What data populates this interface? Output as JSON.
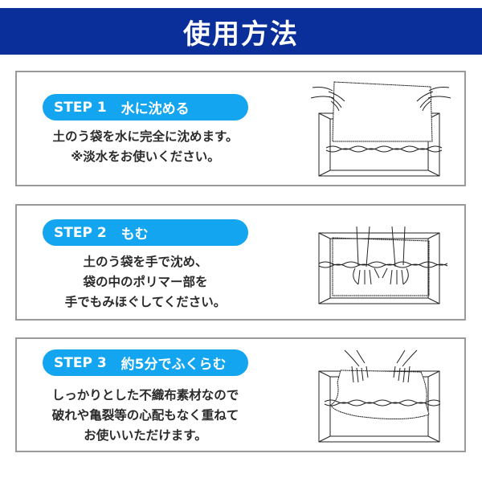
{
  "header": {
    "title": "使用方法",
    "bg_color": "#0a2f9a"
  },
  "accent_color": "#14a5f0",
  "steps": [
    {
      "label": "STEP 1",
      "title": "水に沈める",
      "lines": [
        "土のう袋を水に完全に沈めます。",
        "※淡水をお使いください。"
      ],
      "illustration": "hands-lowering-bag-into-water-tub-illustration"
    },
    {
      "label": "STEP 2",
      "title": "もむ",
      "lines": [
        "土のう袋を手で沈め、",
        "袋の中のポリマー部を",
        "手でもみほぐしてください。"
      ],
      "illustration": "hands-kneading-bag-under-water-illustration"
    },
    {
      "label": "STEP 3",
      "title": "約5分でふくらむ",
      "lines": [
        "しっかりとした不織布素材なので",
        "破れや亀裂等の心配もなく重ねて",
        "お使いいただけます。"
      ],
      "illustration": "hands-lifting-swollen-bag-illustration"
    }
  ]
}
